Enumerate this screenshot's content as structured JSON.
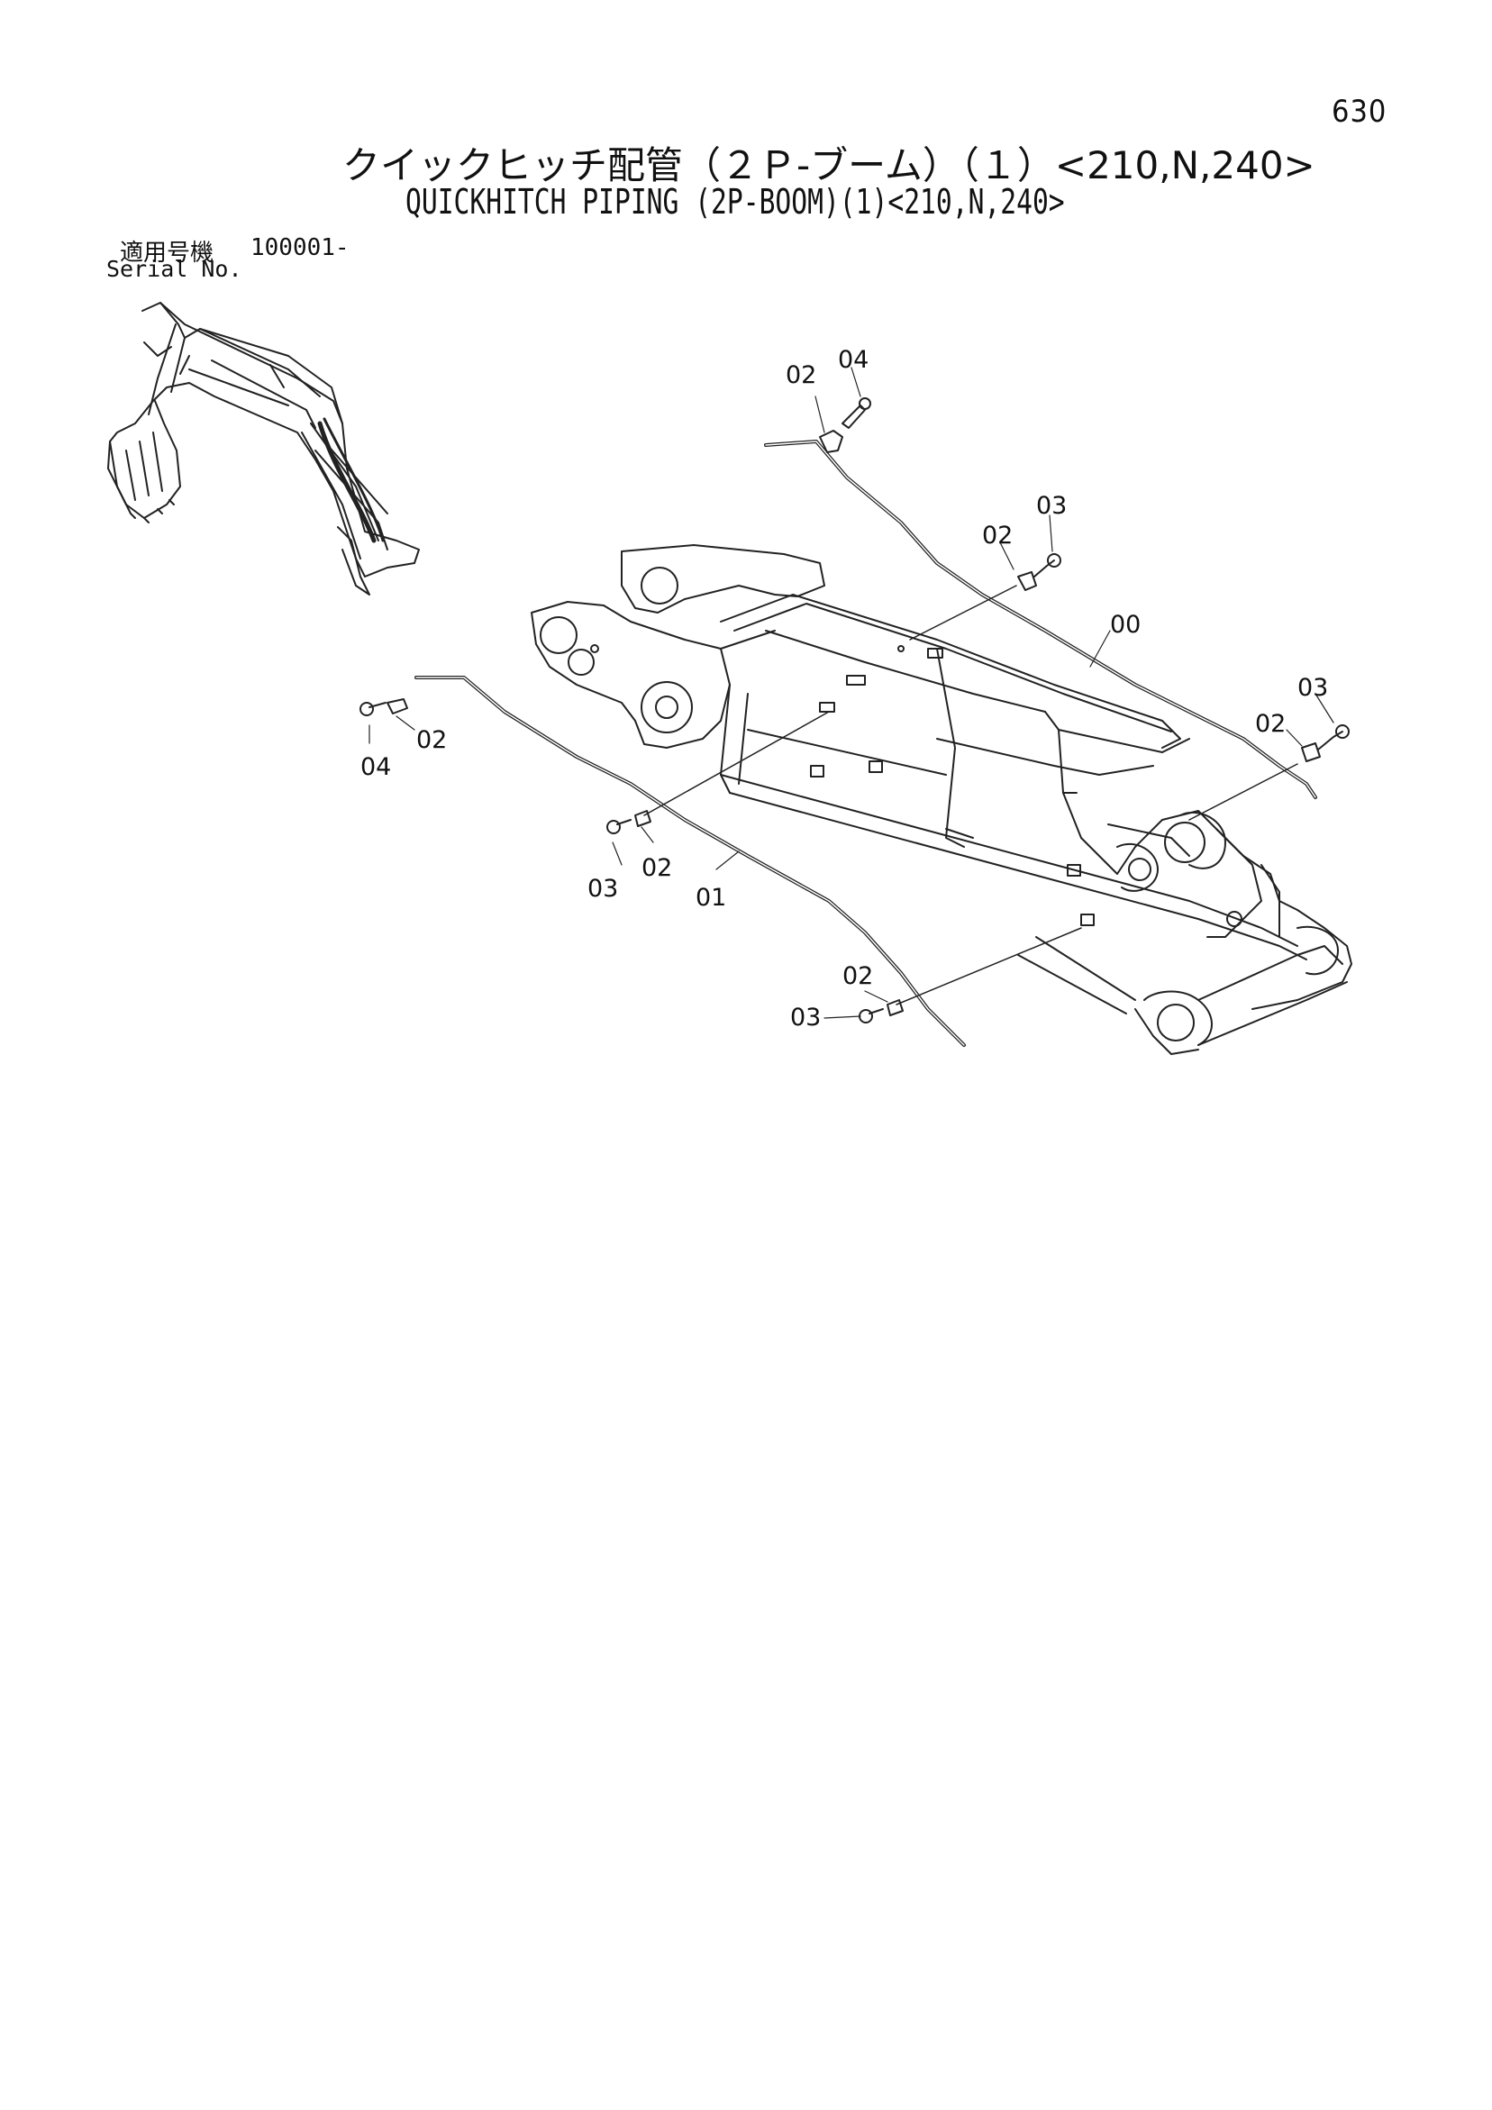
{
  "page": {
    "number": "630"
  },
  "title": {
    "japanese": "クイックヒッチ配管（２Ｐ-ブーム）（１）<210,N,240>",
    "english": "QUICKHITCH PIPING (2P-BOOM)(1)<210,N,240>"
  },
  "serial": {
    "label_jp": "適用号機",
    "label_en": "Serial No.",
    "range": "100001-"
  },
  "callouts": [
    "02",
    "04",
    "02",
    "03",
    "00",
    "03",
    "02",
    "04",
    "02",
    "03",
    "02",
    "01",
    "02",
    "03"
  ]
}
